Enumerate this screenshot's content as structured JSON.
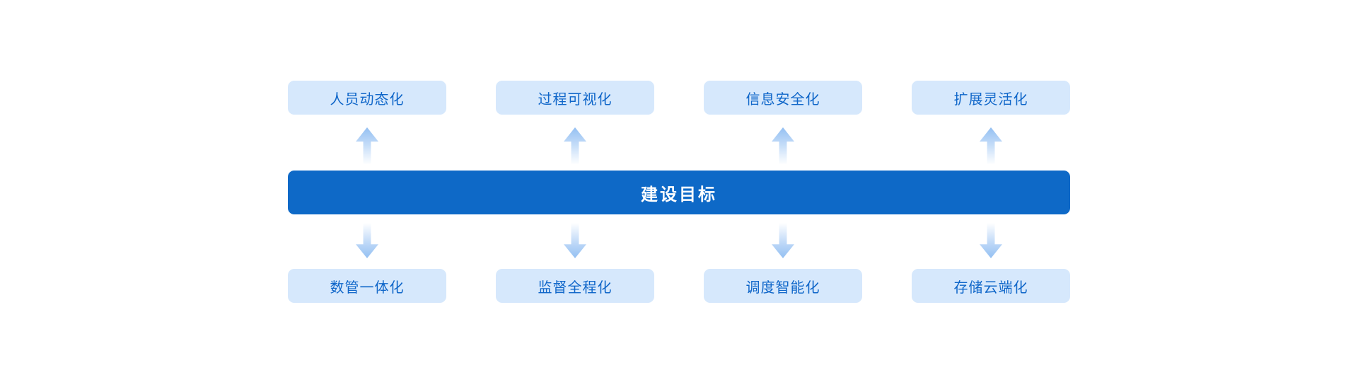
{
  "palette": {
    "page_bg": "#FFFFFF",
    "bar_bg": "#0E69C7",
    "bar_text": "#FFFFFF",
    "box_bg": "#D6E8FC",
    "box_text": "#0F66C9",
    "arrow_color": "#94C0F2"
  },
  "diagram": {
    "center_label": "建设目标",
    "top_items": [
      {
        "label": "人员动态化"
      },
      {
        "label": "过程可视化"
      },
      {
        "label": "信息安全化"
      },
      {
        "label": "扩展灵活化"
      }
    ],
    "bottom_items": [
      {
        "label": "数管一体化"
      },
      {
        "label": "监督全程化"
      },
      {
        "label": "调度智能化"
      },
      {
        "label": "存储云端化"
      }
    ]
  }
}
